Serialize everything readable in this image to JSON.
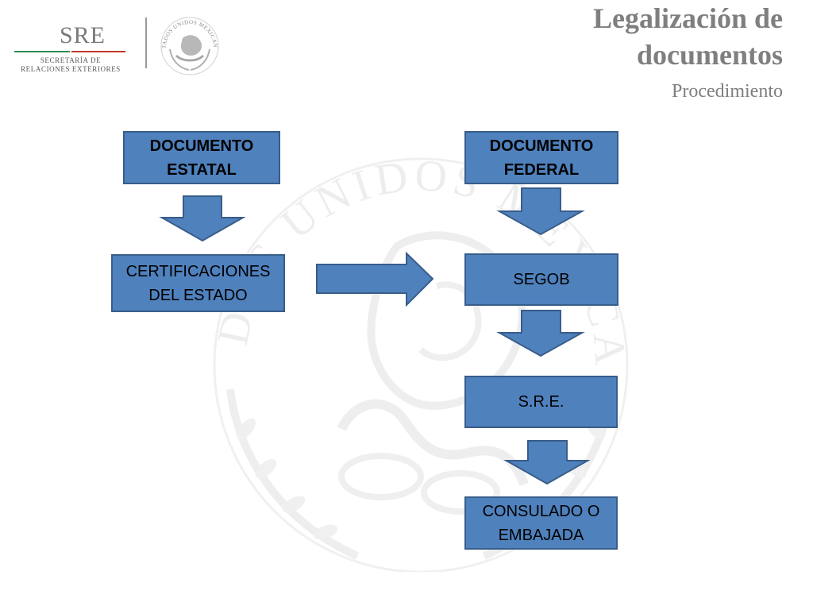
{
  "header": {
    "logo": {
      "mark": "SRE",
      "line1": "SECRETARÍA DE",
      "line2": "RELACIONES EXTERIORES",
      "seal_text": "ESTADOS UNIDOS MEXICANOS"
    },
    "title_line1": "Legalización de",
    "title_line2": "documentos",
    "subtitle": "Procedimiento"
  },
  "watermark": {
    "text": "ESTADOS UNIDOS MEXICANOS"
  },
  "diagram": {
    "documento_estatal": [
      "DOCUMENTO",
      "ESTATAL"
    ],
    "certificaciones_del_estado": [
      "CERTIFICACIONES",
      "DEL ESTADO"
    ],
    "documento_federal": [
      "DOCUMENTO",
      "FEDERAL"
    ],
    "segob": "SEGOB",
    "sre": "S.R.E.",
    "consulado_o_embajada": [
      "CONSULADO O",
      "EMBAJADA"
    ]
  },
  "colors": {
    "box_fill": "#4f81bd",
    "box_border": "#385d8a",
    "title_text": "#7f7f7f"
  }
}
